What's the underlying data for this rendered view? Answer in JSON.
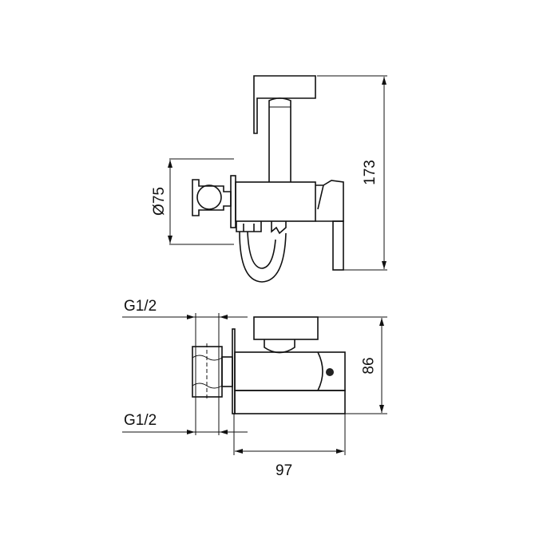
{
  "drawing": {
    "top_view": {
      "diameter_label": "Ø75",
      "height_label": "173"
    },
    "front_view": {
      "thread_top_label": "G1/2",
      "thread_bottom_label": "G1/2",
      "height_label": "86",
      "width_label": "97"
    }
  }
}
